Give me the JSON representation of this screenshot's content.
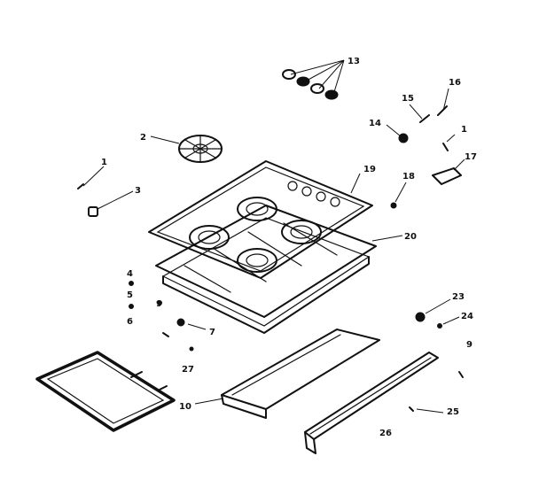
{
  "callouts": {
    "c1a": "1",
    "c1b": "1",
    "c2": "2",
    "c3": "3",
    "c4": "4",
    "c5": "5",
    "c6": "6",
    "c7": "7",
    "c9a": "9",
    "c9b": "9",
    "c10": "10",
    "c13": "13",
    "c14": "14",
    "c15": "15",
    "c16": "16",
    "c17": "17",
    "c18": "18",
    "c19": "19",
    "c20": "20",
    "c23": "23",
    "c24": "24",
    "c25": "25",
    "c26": "26",
    "c27": "27"
  }
}
